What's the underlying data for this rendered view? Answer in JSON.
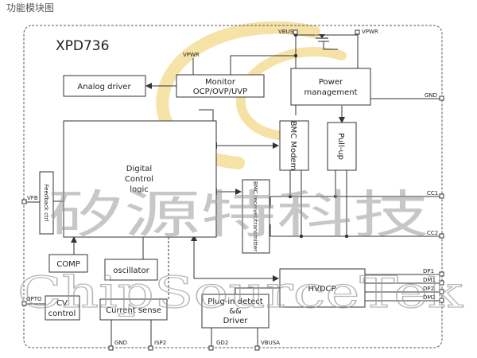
{
  "heading": "功能模块图",
  "chip_name": "XPD736",
  "blocks": {
    "analog_driver": "Analog driver",
    "monitor": [
      "Monitor",
      "OCP/OVP/UVP"
    ],
    "power_management": [
      "Power",
      "management"
    ],
    "digital_control": [
      "Digital",
      "Control",
      "logic"
    ],
    "bmc_modem": "BMC Modem",
    "pull_up": "Pull-up",
    "bmc_transceiver": "BMC receiver/transmitter",
    "feedback_ctrl": "Feedback ctrl",
    "comp": "COMP",
    "oscillator": "oscillator",
    "hvdcp": "HVDCP",
    "cv_control": [
      "CV",
      "control"
    ],
    "current_sense": "Current sense",
    "plugin_detect": [
      "Plug-in detect",
      "&& ",
      "Driver"
    ]
  },
  "pins": {
    "vbus": "VBUS",
    "vpwr_top": "VPWR",
    "vpwr_monitor": "VPWR",
    "gnd_right": "GND",
    "cc1": "CC1",
    "cc2": "CC2",
    "vfb": "VFB",
    "dp1": "DP1",
    "dm1": "DM1",
    "dp2": "DP2",
    "dm2": "DM2",
    "opto": "OPTO",
    "gnd_bottom": "GND",
    "isp2": "ISP2",
    "gd2": "GD2",
    "vbusa": "VBUSA"
  },
  "watermark": {
    "chinese": "矽源特科技",
    "english": "ChipSourceTek",
    "logo_color": "#f3d98a"
  }
}
